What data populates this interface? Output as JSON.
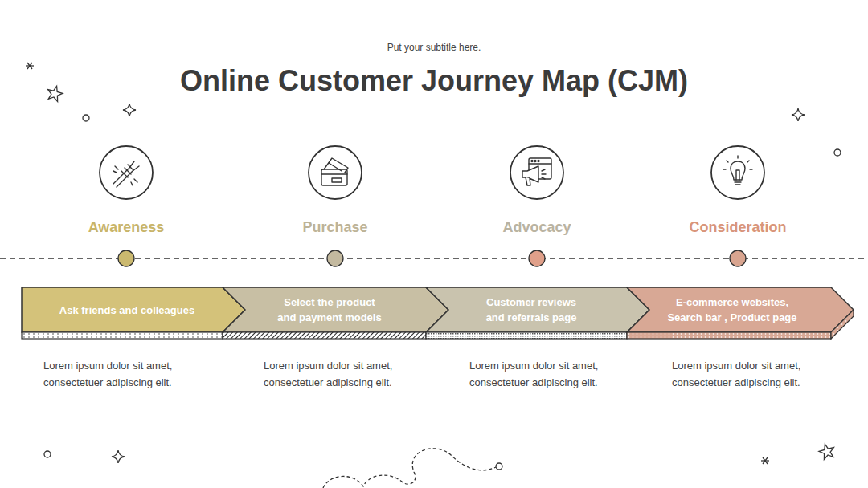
{
  "diagram": {
    "title": "Online Customer Journey Map (CJM)",
    "nodes": [
      {
        "text": [
          "Ask friends and colleagues"
        ]
      },
      {
        "text": [
          "Select the product and payment models"
        ]
      },
      {
        "text": [
          "Customer reviews and referrals page"
        ]
      },
      {
        "text": [
          "E-commerce websites, Search bar , Product page"
        ]
      }
    ],
    "labels": [
      "Put your subtitle here.",
      "Awareness",
      "Purchase",
      "Advocacy",
      "Consideration",
      "Lorem ipsum dolor sit amet, consectetuer adipiscing elit.",
      "Lorem ipsum dolor sit amet, consectetuer adipiscing elit.",
      "Lorem ipsum dolor sit amet, consectetuer adipiscing elit.",
      "Lorem ipsum dolor sit amet, consectetuer adipiscing elit."
    ]
  }
}
